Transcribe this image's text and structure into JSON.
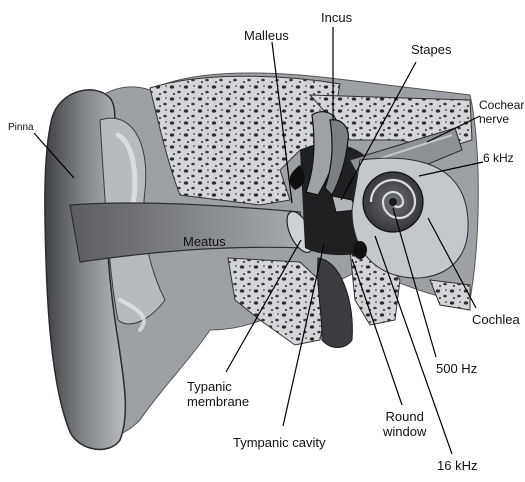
{
  "labels": {
    "malleus": "Malleus",
    "incus": "Incus",
    "stapes": "Stapes",
    "cochlear_nerve": "Cochear\nnerve",
    "six_khz": "6 kHz",
    "pinna": "Pinna",
    "meatus": "Meatus",
    "cochlea": "Cochlea",
    "five_hundred_hz": "500 Hz",
    "typanic_membrane": "Typanic\nmembrane",
    "round_window": "Round\nwindow",
    "tympanic_cavity": "Tympanic cavity",
    "sixteen_khz": "16 kHz"
  },
  "colors": {
    "background": "#ffffff",
    "skin_dark": "#4d4f52",
    "skin_mid": "#8c8f94",
    "skin_light": "#c9ccd0",
    "bone": "#d6d8da",
    "bone_pore": "#2c2d2f",
    "cavity": "#1c1c1e",
    "leader_line": "#000000"
  }
}
